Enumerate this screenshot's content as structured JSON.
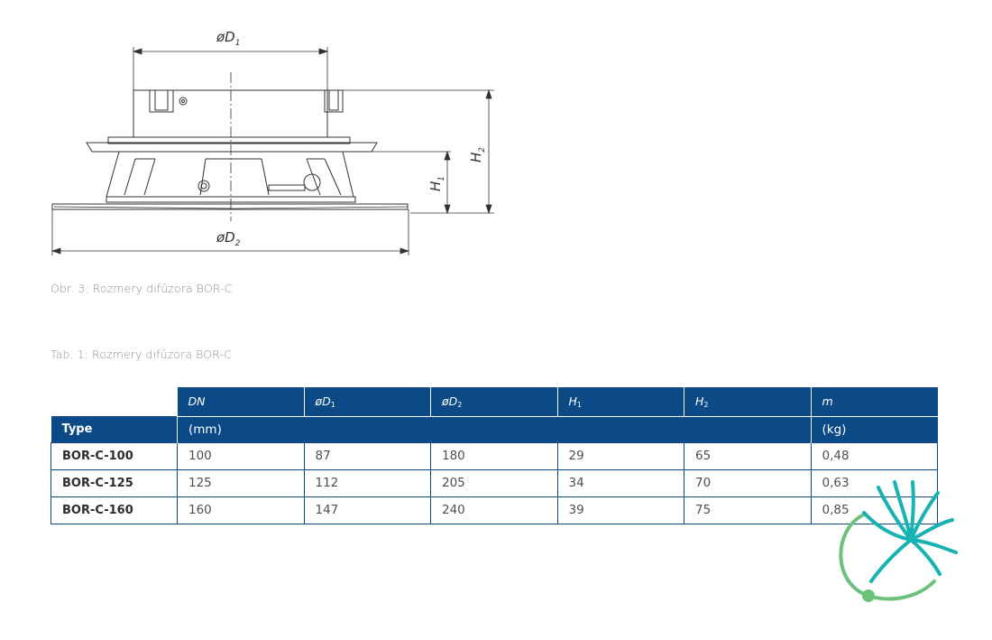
{
  "figure": {
    "label_d1": "øD",
    "label_d1_sub": "1",
    "label_d2": "øD",
    "label_d2_sub": "2",
    "label_h1": "H",
    "label_h1_sub": "1",
    "label_h2": "H",
    "label_h2_sub": "2",
    "caption": "Obr. 3: Rozmery difúzora BOR-C"
  },
  "table": {
    "caption": "Tab. 1: Rozmery difúzora BOR-C",
    "headers": [
      {
        "main": "DN",
        "sub": ""
      },
      {
        "main": "øD",
        "sub": "1"
      },
      {
        "main": "øD",
        "sub": "2"
      },
      {
        "main": "H",
        "sub": "1"
      },
      {
        "main": "H",
        "sub": "2"
      },
      {
        "main": "m",
        "sub": ""
      }
    ],
    "type_label": "Type",
    "unit_mm": "(mm)",
    "unit_kg": "(kg)",
    "rows": [
      {
        "name": "BOR-C-100",
        "values": [
          "100",
          "87",
          "180",
          "29",
          "65",
          "0,48"
        ]
      },
      {
        "name": "BOR-C-125",
        "values": [
          "125",
          "112",
          "205",
          "34",
          "70",
          "0,63"
        ]
      },
      {
        "name": "BOR-C-160",
        "values": [
          "160",
          "147",
          "240",
          "39",
          "75",
          "0,85"
        ]
      }
    ]
  },
  "colors": {
    "table_header": "#0b4a86",
    "logo_teal": "#17b3b3",
    "logo_green": "#6cc27a"
  }
}
